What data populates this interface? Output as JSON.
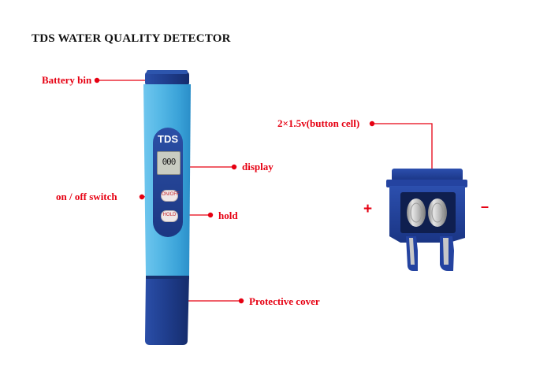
{
  "title": "TDS WATER QUALITY DETECTOR",
  "callouts": {
    "battery_bin": "Battery bin",
    "display": "display",
    "on_off_switch": "on / off switch",
    "hold": "hold",
    "protective_cover": "Protective cover",
    "button_cell": "2×1.5v(button cell)"
  },
  "device": {
    "brand": "TDS",
    "screen": "000",
    "button_power": "ON/OFF",
    "button_hold": "HOLD"
  },
  "battery_pack": {
    "plus_sign": "+",
    "minus_sign": "–"
  },
  "colors": {
    "callout_red": "#e60012",
    "pen_light_blue": "#4fb3e0",
    "pen_dark_blue": "#1f3d8c"
  }
}
